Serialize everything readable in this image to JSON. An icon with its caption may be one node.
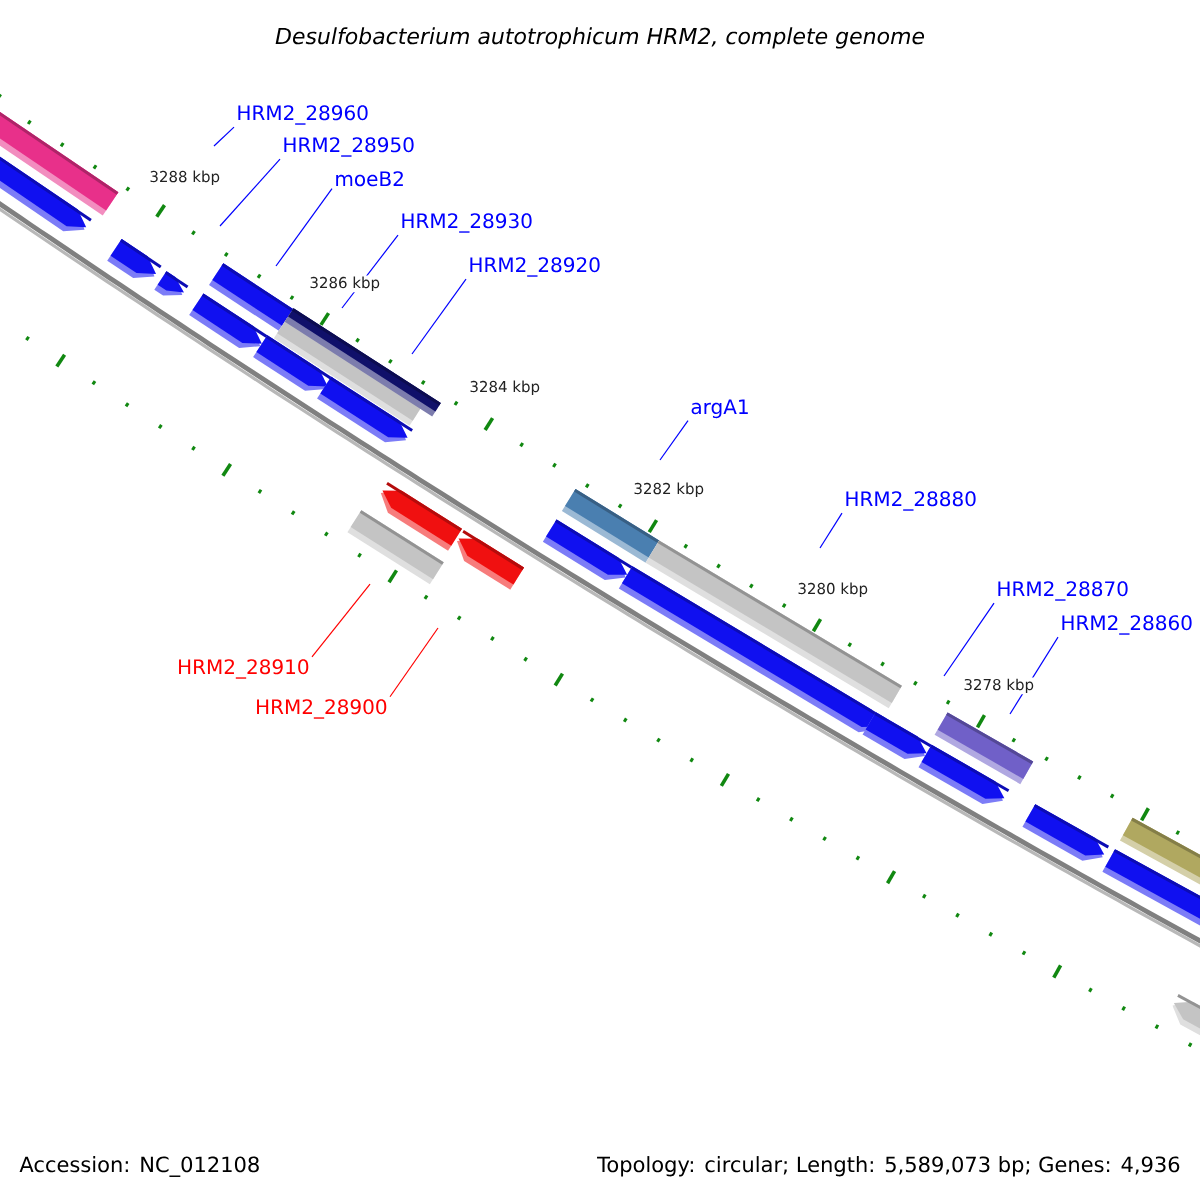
{
  "diagram": {
    "title": "Desulfobacterium autotrophicum HRM2, complete genome",
    "nodes": [
      {
        "text": [
          "HRM2_28960"
        ]
      },
      {
        "text": [
          "HRM2_28950"
        ]
      },
      {
        "text": [
          "moeB2"
        ]
      },
      {
        "text": [
          "HRM2_28930"
        ]
      },
      {
        "text": [
          "HRM2_28920"
        ]
      },
      {
        "text": [
          "argA1"
        ]
      },
      {
        "text": [
          "HRM2_28880"
        ]
      },
      {
        "text": [
          "HRM2_28870"
        ]
      },
      {
        "text": [
          "HRM2_28860"
        ]
      },
      {
        "text": [
          "HRM2_28910"
        ]
      },
      {
        "text": [
          "HRM2_28900"
        ]
      }
    ],
    "edges": [
      {
        "from": 0,
        "to": null,
        "arrow": "none"
      },
      {
        "from": 1,
        "to": null,
        "arrow": "none"
      },
      {
        "from": 2,
        "to": null,
        "arrow": "none"
      },
      {
        "from": 3,
        "to": null,
        "arrow": "none"
      },
      {
        "from": 4,
        "to": null,
        "arrow": "none"
      },
      {
        "from": 5,
        "to": null,
        "arrow": "none"
      },
      {
        "from": 6,
        "to": null,
        "arrow": "none"
      },
      {
        "from": 7,
        "to": null,
        "arrow": "none"
      },
      {
        "from": 8,
        "to": null,
        "arrow": "none"
      },
      {
        "from": 9,
        "to": null,
        "arrow": "none",
        "color": "#ff0000"
      },
      {
        "from": 10,
        "to": null,
        "arrow": "none",
        "color": "#ff0000"
      }
    ],
    "labels": [
      "3288 kbp",
      "3286 kbp",
      "3284 kbp",
      "3282 kbp",
      "3280 kbp",
      "3278 kbp",
      "Accession: NC_012108",
      "Topology: circular; Length: 5,589,073 bp; Genes: 4,936"
    ]
  }
}
